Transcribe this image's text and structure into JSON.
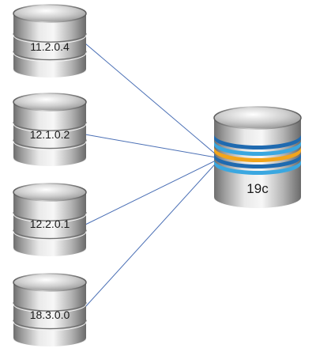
{
  "diagram": {
    "sources": [
      {
        "version": "11.2.0.4"
      },
      {
        "version": "12.1.0.2"
      },
      {
        "version": "12.2.0.1"
      },
      {
        "version": "18.3.0.0"
      }
    ],
    "target": {
      "version": "19c",
      "band_colors": [
        "#1f6ab0",
        "#3aa7e0",
        "#f2a51c",
        "#1f6ab0",
        "#3aa7e0"
      ]
    },
    "connector_color": "#4a6fb5"
  }
}
